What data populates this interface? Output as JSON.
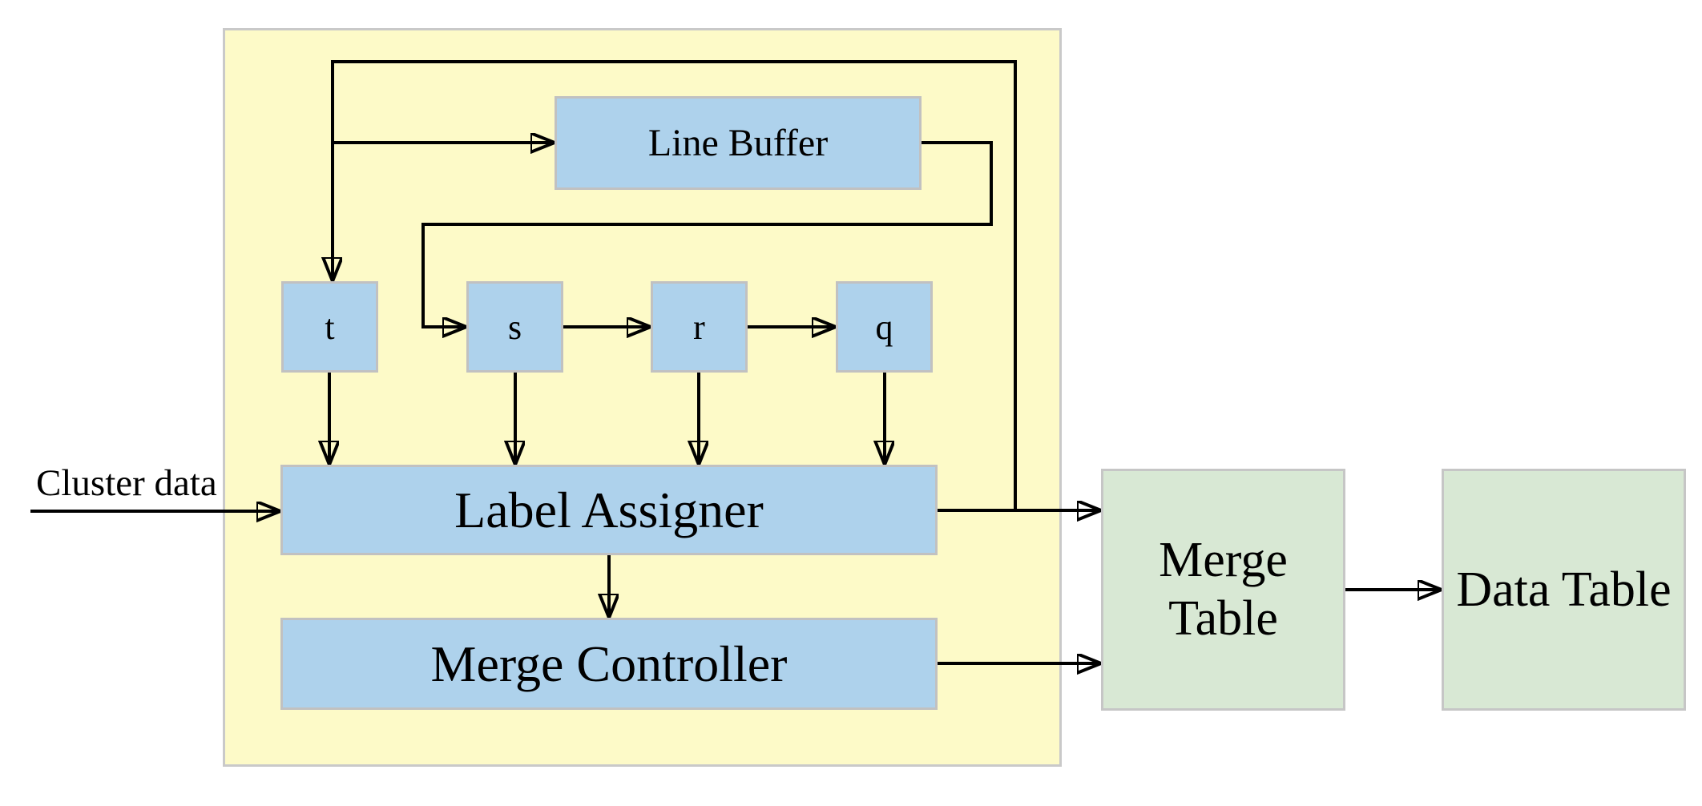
{
  "diagram": {
    "input_label": "Cluster data",
    "nodes": {
      "line_buffer": {
        "label": "Line Buffer"
      },
      "reg_t": {
        "label": "t"
      },
      "reg_s": {
        "label": "s"
      },
      "reg_r": {
        "label": "r"
      },
      "reg_q": {
        "label": "q"
      },
      "label_assigner": {
        "label": "Label Assigner"
      },
      "merge_controller": {
        "label": "Merge Controller"
      },
      "merge_table": {
        "label_line1": "Merge",
        "label_line2": "Table"
      },
      "data_table": {
        "label": "Data Table"
      }
    },
    "edges": [
      "Cluster data -> Label Assigner",
      "Label Assigner -> Merge Table",
      "Label Assigner -> t (feedback via top)",
      "Label Assigner -> Line Buffer (feedback branch)",
      "Line Buffer -> s",
      "s -> r",
      "r -> q",
      "t -> Label Assigner",
      "s -> Label Assigner",
      "r -> Label Assigner",
      "q -> Label Assigner",
      "Label Assigner -> Merge Controller",
      "Merge Controller -> Merge Table",
      "Merge Table -> Data Table"
    ],
    "colors": {
      "container_fill": "#FDFAC8",
      "block_fill_blue": "#AED2EC",
      "table_fill_green": "#D8E8D4",
      "border_gray": "#C6C6C6",
      "connector": "#000000",
      "background": "#FFFFFF"
    }
  }
}
